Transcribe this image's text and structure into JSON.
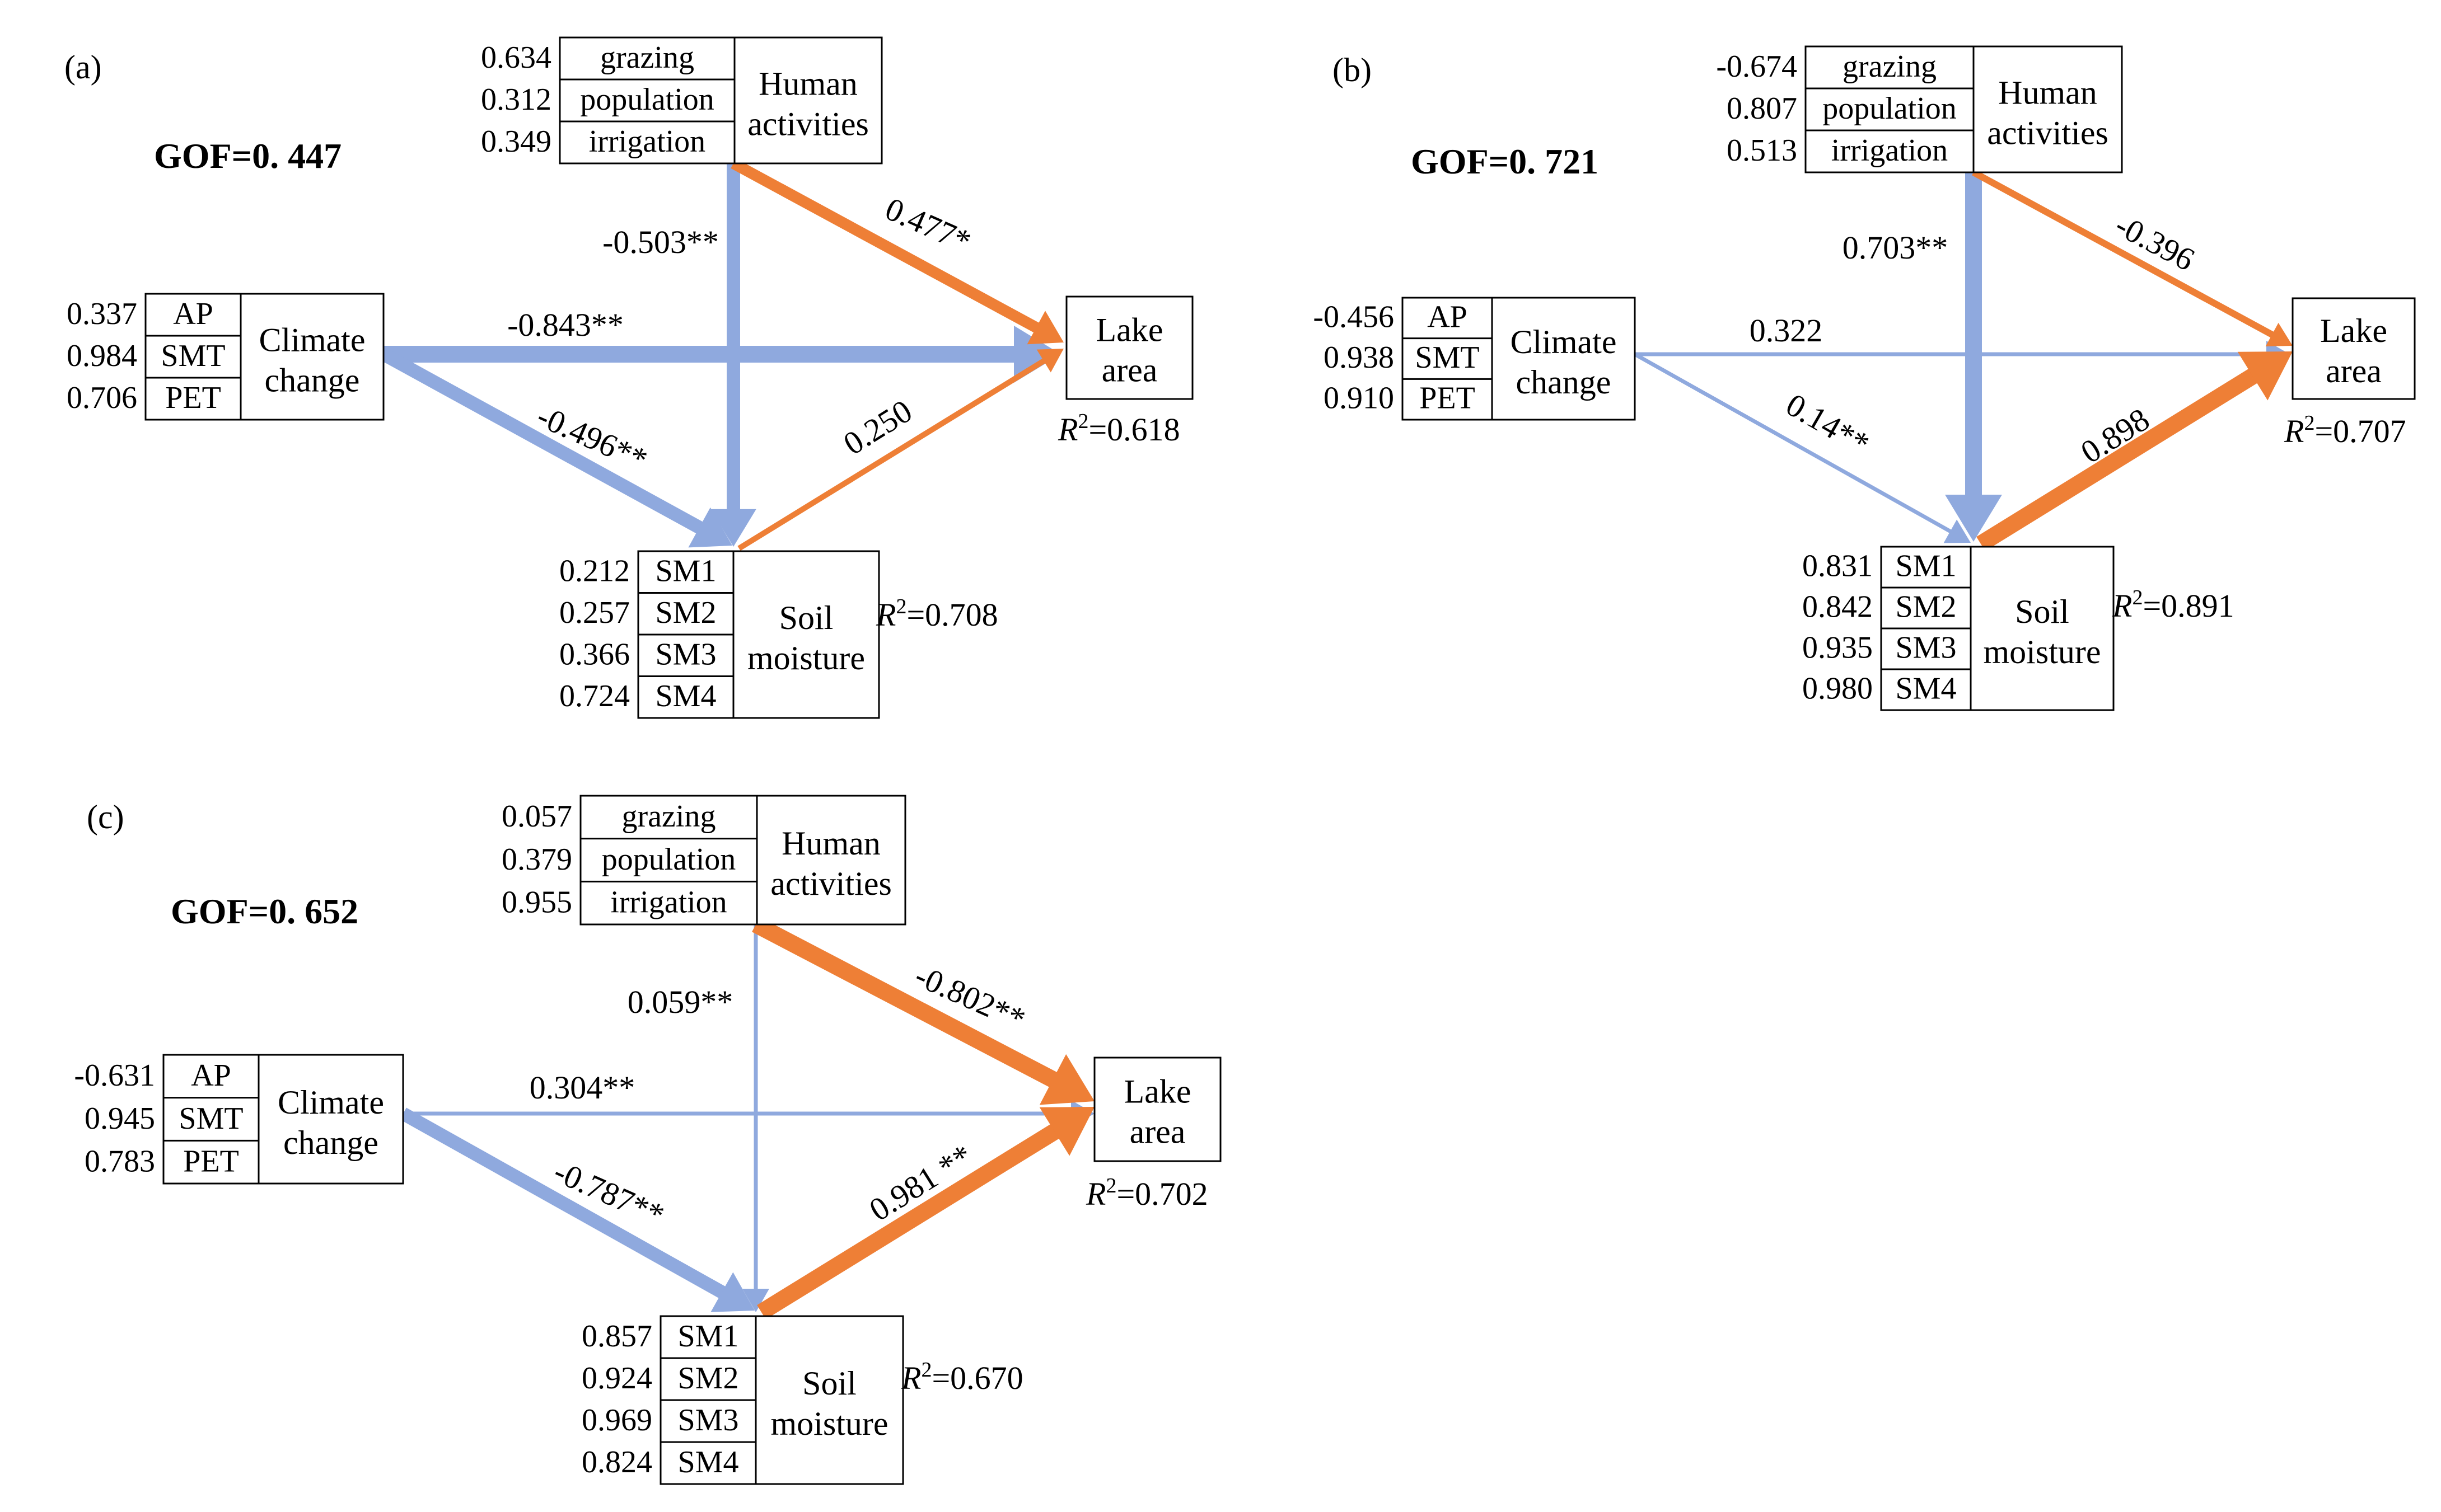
{
  "colors": {
    "positive": "#ee7f36",
    "negative": "#8fa9de"
  },
  "panels": [
    {
      "label": "(a)",
      "gof": "GOF=0. 447",
      "human": {
        "title1": "Human",
        "title2": "activities",
        "items": [
          {
            "name": "grazing",
            "loading": "0.634"
          },
          {
            "name": "population",
            "loading": "0.312"
          },
          {
            "name": "irrigation",
            "loading": "0.349"
          }
        ]
      },
      "climate": {
        "title1": "Climate",
        "title2": "change",
        "items": [
          {
            "name": "AP",
            "loading": "0.337"
          },
          {
            "name": "SMT",
            "loading": "0.984"
          },
          {
            "name": "PET",
            "loading": "0.706"
          }
        ]
      },
      "soil": {
        "title1": "Soil",
        "title2": "moisture",
        "r2": "=0.708",
        "items": [
          {
            "name": "SM1",
            "loading": "0.212"
          },
          {
            "name": "SM2",
            "loading": "0.257"
          },
          {
            "name": "SM3",
            "loading": "0.366"
          },
          {
            "name": "SM4",
            "loading": "0.724"
          }
        ]
      },
      "lake": {
        "title1": "Lake",
        "title2": "area",
        "r2": "=0.618"
      },
      "paths": [
        {
          "id": "human-lake",
          "coef": "0.477*",
          "value": 0.477,
          "sign": "positive"
        },
        {
          "id": "human-soil",
          "coef": "-0.503**",
          "value": -0.503,
          "sign": "negative"
        },
        {
          "id": "climate-lake",
          "coef": "-0.843**",
          "value": -0.843,
          "sign": "negative"
        },
        {
          "id": "climate-soil",
          "coef": "-0.496**",
          "value": -0.496,
          "sign": "negative"
        },
        {
          "id": "soil-lake",
          "coef": "0.250",
          "value": 0.25,
          "sign": "positive"
        }
      ]
    },
    {
      "label": "(b)",
      "gof": "GOF=0. 721",
      "human": {
        "title1": "Human",
        "title2": "activities",
        "items": [
          {
            "name": "grazing",
            "loading": "-0.674"
          },
          {
            "name": "population",
            "loading": "0.807"
          },
          {
            "name": "irrigation",
            "loading": "0.513"
          }
        ]
      },
      "climate": {
        "title1": "Climate",
        "title2": "change",
        "items": [
          {
            "name": "AP",
            "loading": "-0.456"
          },
          {
            "name": "SMT",
            "loading": "0.938"
          },
          {
            "name": "PET",
            "loading": "0.910"
          }
        ]
      },
      "soil": {
        "title1": "Soil",
        "title2": "moisture",
        "r2": "=0.891",
        "items": [
          {
            "name": "SM1",
            "loading": "0.831"
          },
          {
            "name": "SM2",
            "loading": "0.842"
          },
          {
            "name": "SM3",
            "loading": "0.935"
          },
          {
            "name": "SM4",
            "loading": "0.980"
          }
        ]
      },
      "lake": {
        "title1": "Lake",
        "title2": "area",
        "r2": "=0.707"
      },
      "paths": [
        {
          "id": "human-lake",
          "coef": "-0.396",
          "value": -0.396,
          "sign": "positive"
        },
        {
          "id": "human-soil",
          "coef": "0.703**",
          "value": 0.703,
          "sign": "negative"
        },
        {
          "id": "climate-lake",
          "coef": "0.322",
          "value": 0.322,
          "sign": "negative"
        },
        {
          "id": "climate-soil",
          "coef": "0.14**",
          "value": 0.14,
          "sign": "negative"
        },
        {
          "id": "soil-lake",
          "coef": "0.898",
          "value": 0.898,
          "sign": "positive"
        }
      ]
    },
    {
      "label": "(c)",
      "gof": "GOF=0. 652",
      "human": {
        "title1": "Human",
        "title2": "activities",
        "items": [
          {
            "name": "grazing",
            "loading": "0.057"
          },
          {
            "name": "population",
            "loading": "0.379"
          },
          {
            "name": "irrigation",
            "loading": "0.955"
          }
        ]
      },
      "climate": {
        "title1": "Climate",
        "title2": "change",
        "items": [
          {
            "name": "AP",
            "loading": "-0.631"
          },
          {
            "name": "SMT",
            "loading": "0.945"
          },
          {
            "name": "PET",
            "loading": "0.783"
          }
        ]
      },
      "soil": {
        "title1": "Soil",
        "title2": "moisture",
        "r2": "=0.670",
        "items": [
          {
            "name": "SM1",
            "loading": "0.857"
          },
          {
            "name": "SM2",
            "loading": "0.924"
          },
          {
            "name": "SM3",
            "loading": "0.969"
          },
          {
            "name": "SM4",
            "loading": "0.824"
          }
        ]
      },
      "lake": {
        "title1": "Lake",
        "title2": "area",
        "r2": "=0.702"
      },
      "paths": [
        {
          "id": "human-lake",
          "coef": "-0.802**",
          "value": -0.802,
          "sign": "positive"
        },
        {
          "id": "human-soil",
          "coef": "0.059**",
          "value": 0.059,
          "sign": "negative"
        },
        {
          "id": "climate-lake",
          "coef": "0.304**",
          "value": 0.304,
          "sign": "negative"
        },
        {
          "id": "climate-soil",
          "coef": "-0.787**",
          "value": -0.787,
          "sign": "negative"
        },
        {
          "id": "soil-lake",
          "coef": "0.981 **",
          "value": 0.981,
          "sign": "positive"
        }
      ]
    }
  ]
}
